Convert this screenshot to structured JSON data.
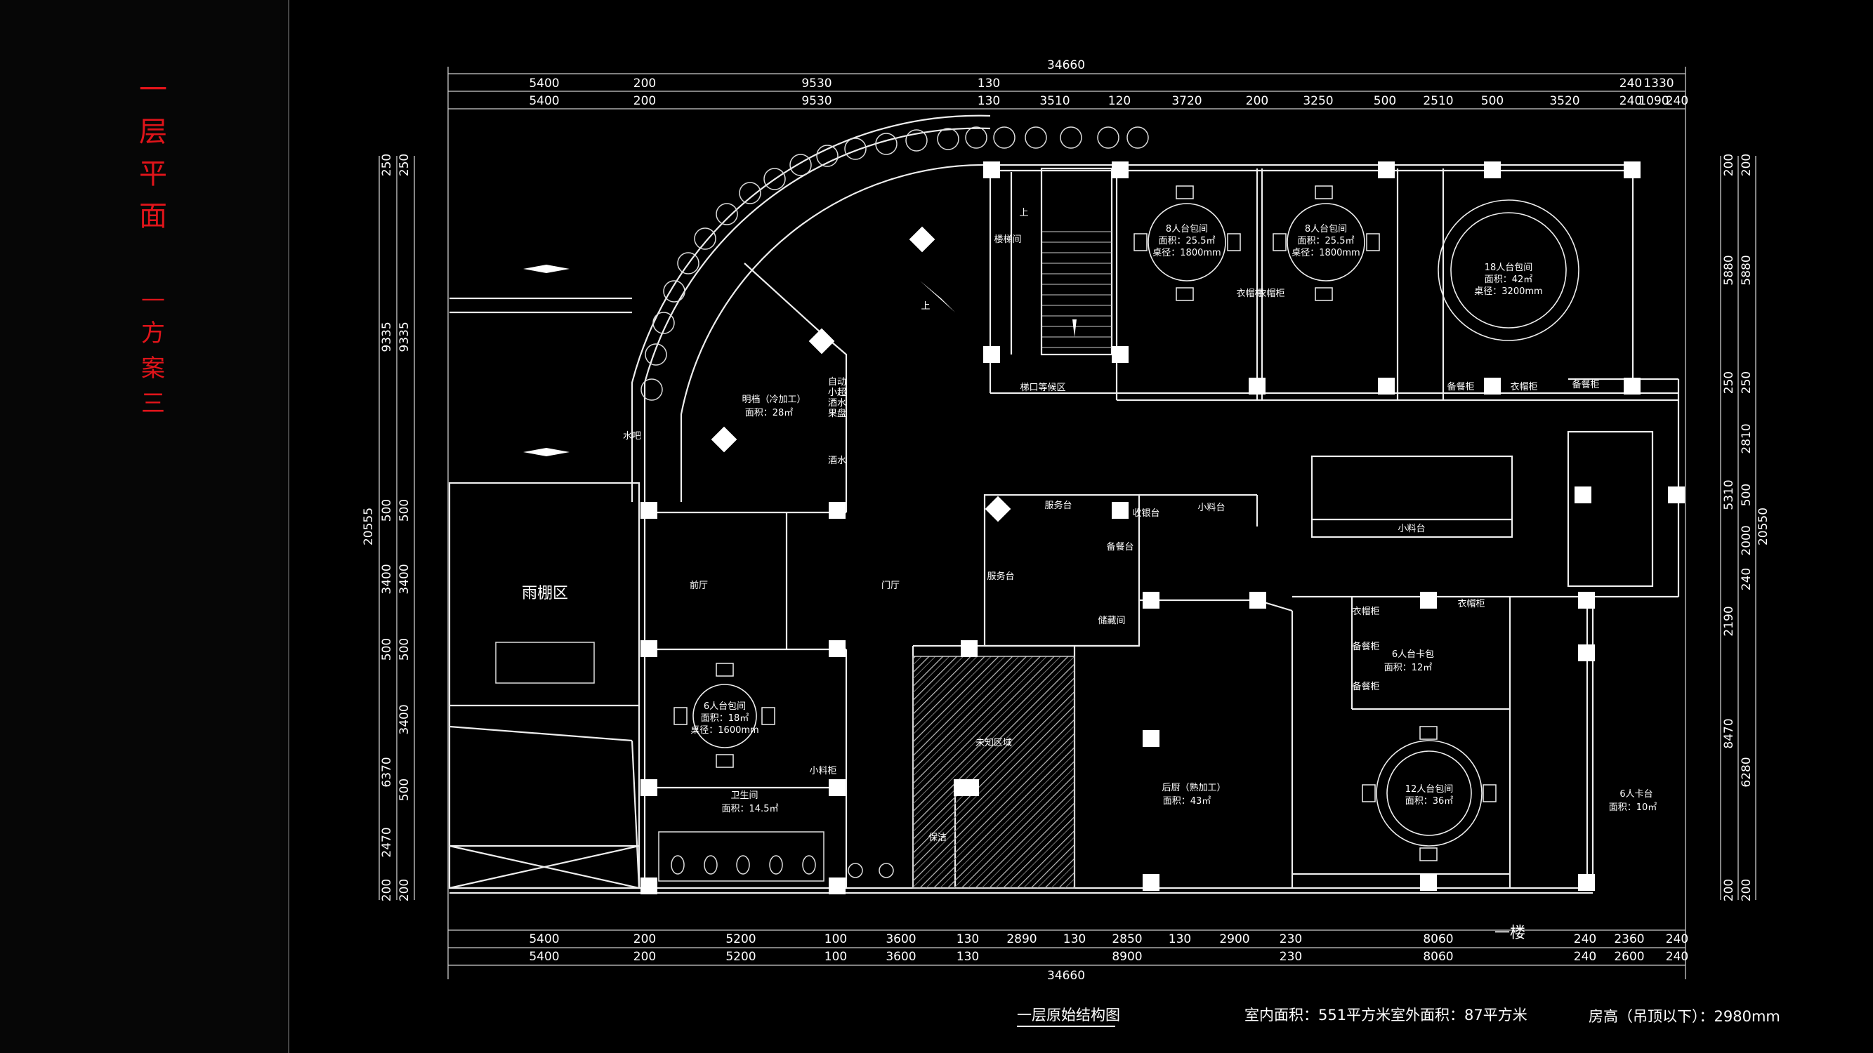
{
  "side_title": {
    "main": [
      "一",
      "层",
      "平",
      "面"
    ],
    "sub": [
      "—",
      "方",
      "案",
      "三"
    ]
  },
  "dims": {
    "top_overall": "34660",
    "top_row1": [
      "5400",
      "200",
      "9530",
      "130",
      "240",
      "1330"
    ],
    "top_row2": [
      "5400",
      "200",
      "9530",
      "130",
      "3510",
      "120",
      "3720",
      "200",
      "3250",
      "500",
      "2510",
      "500",
      "3520",
      "240",
      "1090",
      "240"
    ],
    "bottom_row1": [
      "5400",
      "200",
      "5200",
      "100",
      "3600",
      "130",
      "2890",
      "130",
      "2850",
      "130",
      "2900",
      "230",
      "8060",
      "240",
      "2360",
      "240"
    ],
    "bottom_row2": [
      "5400",
      "200",
      "5200",
      "100",
      "3600",
      "130",
      "8900",
      "230",
      "8060",
      "240",
      "2600",
      "240"
    ],
    "bottom_overall": "34660",
    "left_overall": "20555",
    "left_col1": [
      "250",
      "9335",
      "500",
      "3400",
      "500",
      "6370",
      "2470",
      "200"
    ],
    "left_col2": [
      "250",
      "9335",
      "500",
      "3400",
      "500",
      "3400",
      "500",
      "200"
    ],
    "right_overall": "20550",
    "right_col1": [
      "200",
      "5880",
      "250",
      "5310",
      "2190",
      "8470",
      "200"
    ],
    "right_col2": [
      "200",
      "5880",
      "250",
      "2810",
      "500",
      "2000",
      "240",
      "6280",
      "200"
    ]
  },
  "rooms": {
    "canopy": "雨棚区",
    "stair": "楼梯间",
    "up1": "上",
    "up2": "上",
    "cold_kitchen": [
      "明档（冷加工）",
      "面积：28㎡"
    ],
    "cold_side": [
      "自动",
      "小超",
      "酒水",
      "果盘"
    ],
    "cold_side2": "酒水",
    "water_bar": "水吧",
    "hall": "门厅",
    "lobby": "前厅",
    "stair_lift": "梯口等候区",
    "p8a": [
      "8人台包间",
      "面积：25.5㎡",
      "桌径：1800mm"
    ],
    "p8b": [
      "8人台包间",
      "面积：25.5㎡",
      "桌径：1800mm"
    ],
    "p18": [
      "18人台包间",
      "面积：42㎡",
      "桌径：3200mm"
    ],
    "corridor_tags": [
      "衣帽柜",
      "衣帽柜",
      "备餐柜",
      "衣帽柜",
      "备餐柜"
    ],
    "service": "服务台",
    "cashier": "收银台",
    "bev_counter": "小料台",
    "bev_area": "小料台",
    "counter_v": "备餐台",
    "storage": "储藏间",
    "service_desk": "服务台",
    "p6a": [
      "6人台包间",
      "面积：18㎡",
      "桌径：1600mm"
    ],
    "wc": [
      "卫生间",
      "面积：14.5㎡"
    ],
    "wait": "未知区域",
    "cleaning": "保洁",
    "kitchen": [
      "后厨（熟加工）",
      "面积：43㎡"
    ],
    "booth6": [
      "6人台卡包",
      "面积：12㎡"
    ],
    "p12": [
      "12人台包间",
      "面积：36㎡"
    ],
    "booth6b": [
      "6人卡台",
      "面积：10㎡"
    ],
    "booth_side": [
      "衣帽柜",
      "备餐柜",
      "备餐柜",
      "衣帽柜"
    ],
    "small_tag": "小料柜",
    "floor_mark": "一楼"
  },
  "footer": {
    "title": "一层原始结构图",
    "area_in": "室内面积：551平方米",
    "area_out": "室外面积：87平方米",
    "height": "房高（吊顶以下）：2980mm"
  }
}
